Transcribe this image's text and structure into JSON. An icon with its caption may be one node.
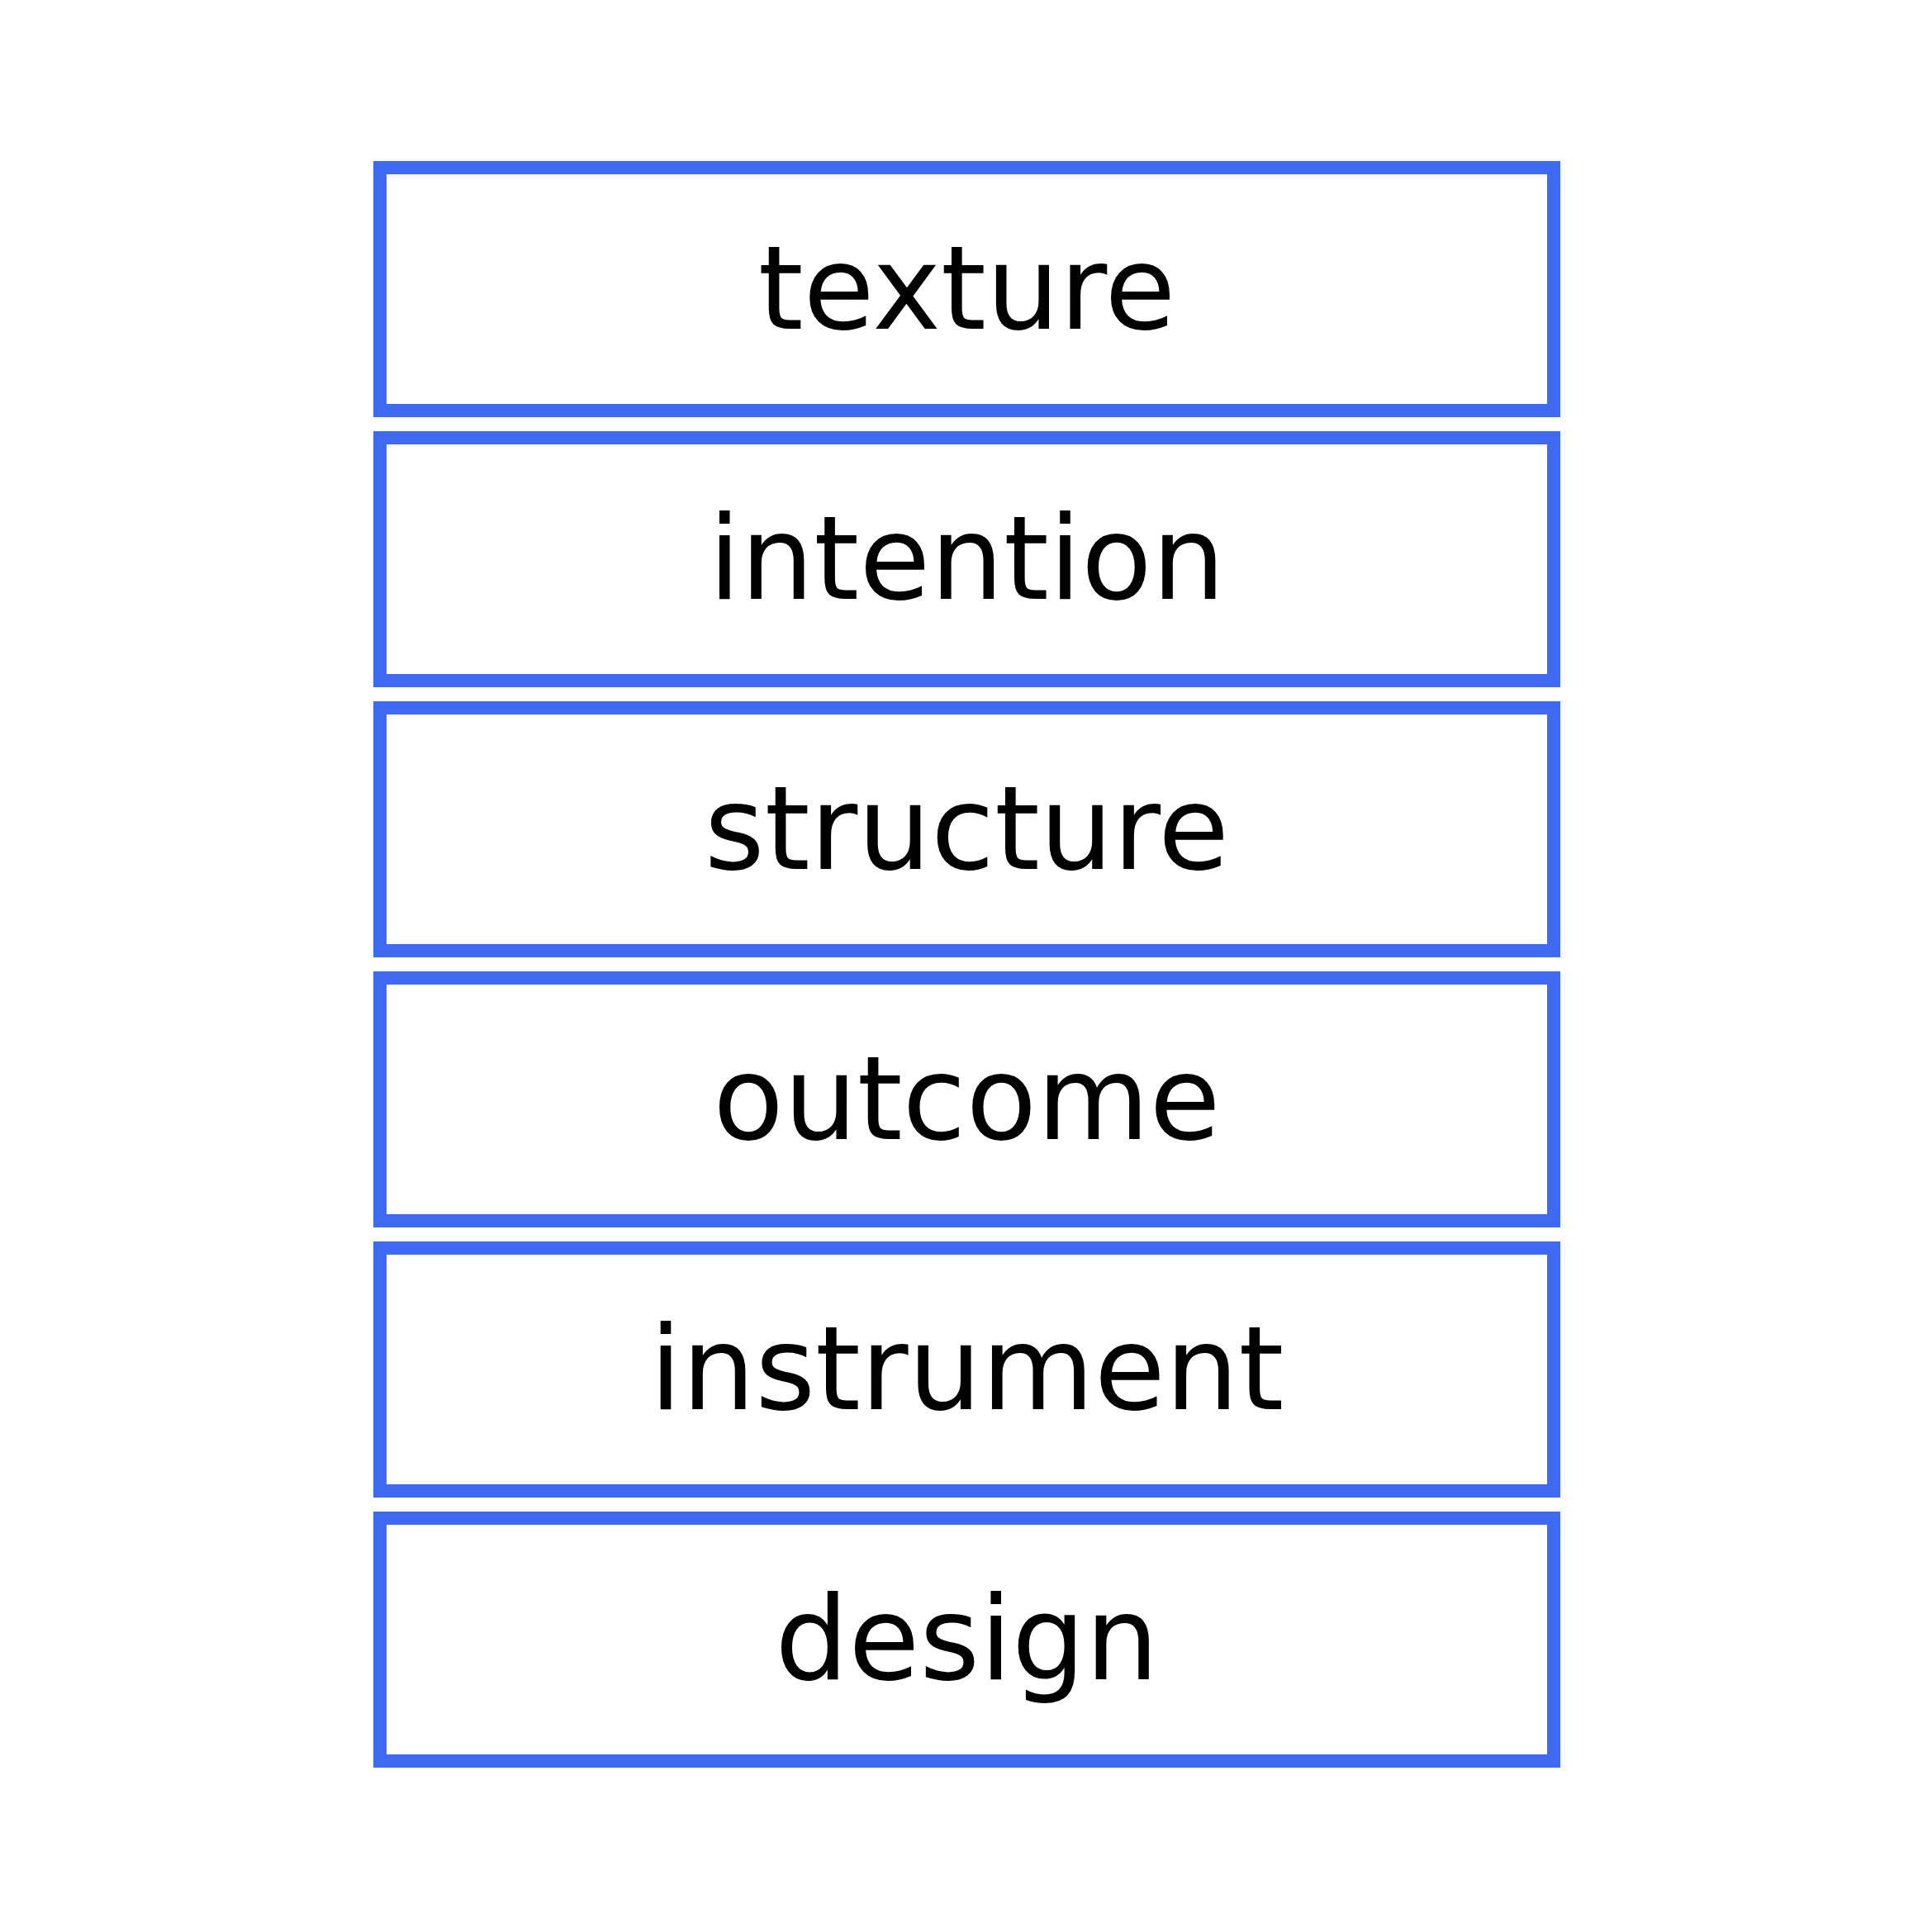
{
  "diagram": {
    "nodes": [
      {
        "text": [
          "texture"
        ]
      },
      {
        "text": [
          "intention"
        ]
      },
      {
        "text": [
          "structure"
        ]
      },
      {
        "text": [
          "outcome"
        ]
      },
      {
        "text": [
          "instrument"
        ]
      },
      {
        "text": [
          "design"
        ]
      }
    ]
  }
}
